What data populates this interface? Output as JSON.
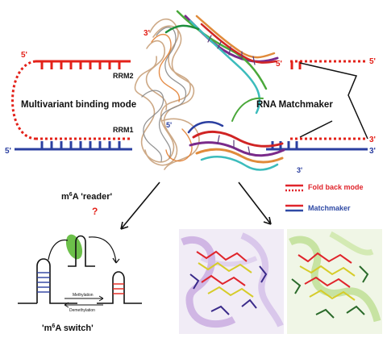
{
  "labels": {
    "rrm2": "RRM2",
    "rrm1": "RRM1",
    "left_mode": "Multivariant binding mode",
    "right_mode": "RNA Matchmaker",
    "reader_prefix": "m",
    "reader_sup": "6",
    "reader_suffix": "A 'reader'",
    "question": "?",
    "switch_prefix": "'m",
    "switch_sup": "6",
    "switch_suffix": "A switch'",
    "methylation": "Methylation",
    "demethylation": "Demethylation"
  },
  "strand_ends": {
    "left_top": "5'",
    "left_bottom": "5'",
    "center_top": "3'",
    "center_mid_5": "5'",
    "center_mid_5b": "5'",
    "center_bottom_3": "3'",
    "right_top": "5'",
    "right_mid": "3'",
    "right_bottom": "3'"
  },
  "legend": {
    "fold_back": "Fold back mode",
    "matchmaker": "Matchmaker"
  },
  "colors": {
    "red": "#e32119",
    "blue": "#2b3fa0",
    "black": "#111111",
    "legend_red": "#e0242b",
    "legend_blue": "#2f4aa5"
  }
}
